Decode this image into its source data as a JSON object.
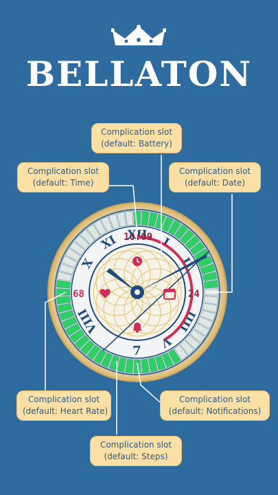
{
  "brand": {
    "title": "BELLATON"
  },
  "dial": {
    "digital_time": "10:09",
    "heart_rate": "68",
    "date": "24",
    "steps_marker": "7"
  },
  "callouts": {
    "battery": {
      "line1": "Complication slot",
      "line2": "(default: Battery)"
    },
    "time": {
      "line1": "Complication slot",
      "line2": "(default: Time)"
    },
    "date": {
      "line1": "Complication slot",
      "line2": "(default: Date)"
    },
    "heart_rate": {
      "line1": "Complication slot",
      "line2": "(default: Heart Rate)"
    },
    "notifications": {
      "line1": "Complication slot",
      "line2": "(default: Notifications)"
    },
    "steps": {
      "line1": "Complication slot",
      "line2": "(default: Steps)"
    }
  },
  "colors": {
    "background": "#2e6b9e",
    "accent_red": "#cc2f58",
    "accent_green": "#2ecf63",
    "callout_bg": "#fbe0a6",
    "dial_navy": "#1e4c7c"
  },
  "icons": [
    "crown-icon",
    "alarm-clock-icon",
    "heart-icon",
    "calendar-icon",
    "bell-icon"
  ]
}
